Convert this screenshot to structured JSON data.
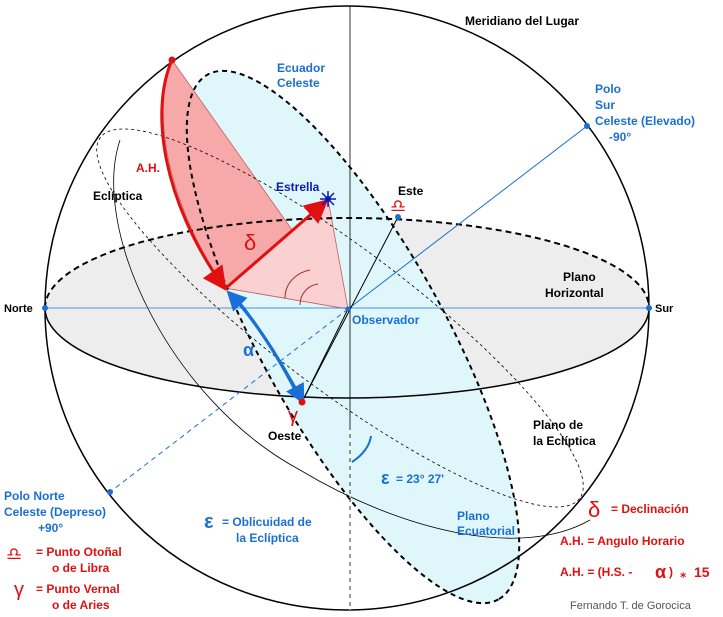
{
  "labels": {
    "meridiano": "Meridiano del Lugar",
    "ecuador_line1": "Ecuador",
    "ecuador_line2": "Celeste",
    "polo_sur_1": "Polo",
    "polo_sur_2": "Sur",
    "polo_sur_3": "Celeste (Elevado)",
    "polo_sur_4": "-90°",
    "ah": "A.H.",
    "ecliptica": "Eclíptica",
    "estrella": "Estrella",
    "este": "Este",
    "delta": "δ",
    "plano_horizontal_1": "Plano",
    "plano_horizontal_2": "Horizontal",
    "norte": "Norte",
    "sur": "Sur",
    "observador": "Observador",
    "alpha": "α",
    "gamma": "γ",
    "oeste": "Oeste",
    "plano_ecliptica_1": "Plano de",
    "plano_ecliptica_2": "la Eclíptica",
    "epsilon_value_sym": "ε",
    "epsilon_value": "= 23° 27'",
    "polo_norte_1": "Polo Norte",
    "polo_norte_2": "Celeste (Depreso)",
    "polo_norte_3": "+90°",
    "plano_ecuatorial_1": "Plano",
    "plano_ecuatorial_2": "Ecuatorial",
    "libra_symbol": "♎"
  },
  "legend": {
    "epsilon_sym": "ε",
    "epsilon_text_1": "= Oblicuidad de",
    "epsilon_text_2": "la Eclíptica",
    "libra_text_1": "= Punto Otoñal",
    "libra_text_2": "o de Libra",
    "gamma_sym": "γ",
    "gamma_text_1": "= Punto Vernal",
    "gamma_text_2": "o de Aries",
    "delta_sym": "δ",
    "delta_text": "= Declinación",
    "ah_text": "A.H. = Angulo Horario",
    "formula_prefix": "A.H. = (H.S. -",
    "formula_alpha": "α",
    "formula_suffix": ")",
    "formula_times": "⁎",
    "formula_factor": "15"
  },
  "credit": "Fernando T. de Gorocica",
  "colors": {
    "equator_fill": "#dff7fa",
    "horizon_fill": "#ededed",
    "hour_angle_fill": "#f7a8a8",
    "declination_fill": "#fbd0d0",
    "red": "#e01010",
    "blue": "#1a6fd6",
    "navy": "#0a1ab8"
  }
}
